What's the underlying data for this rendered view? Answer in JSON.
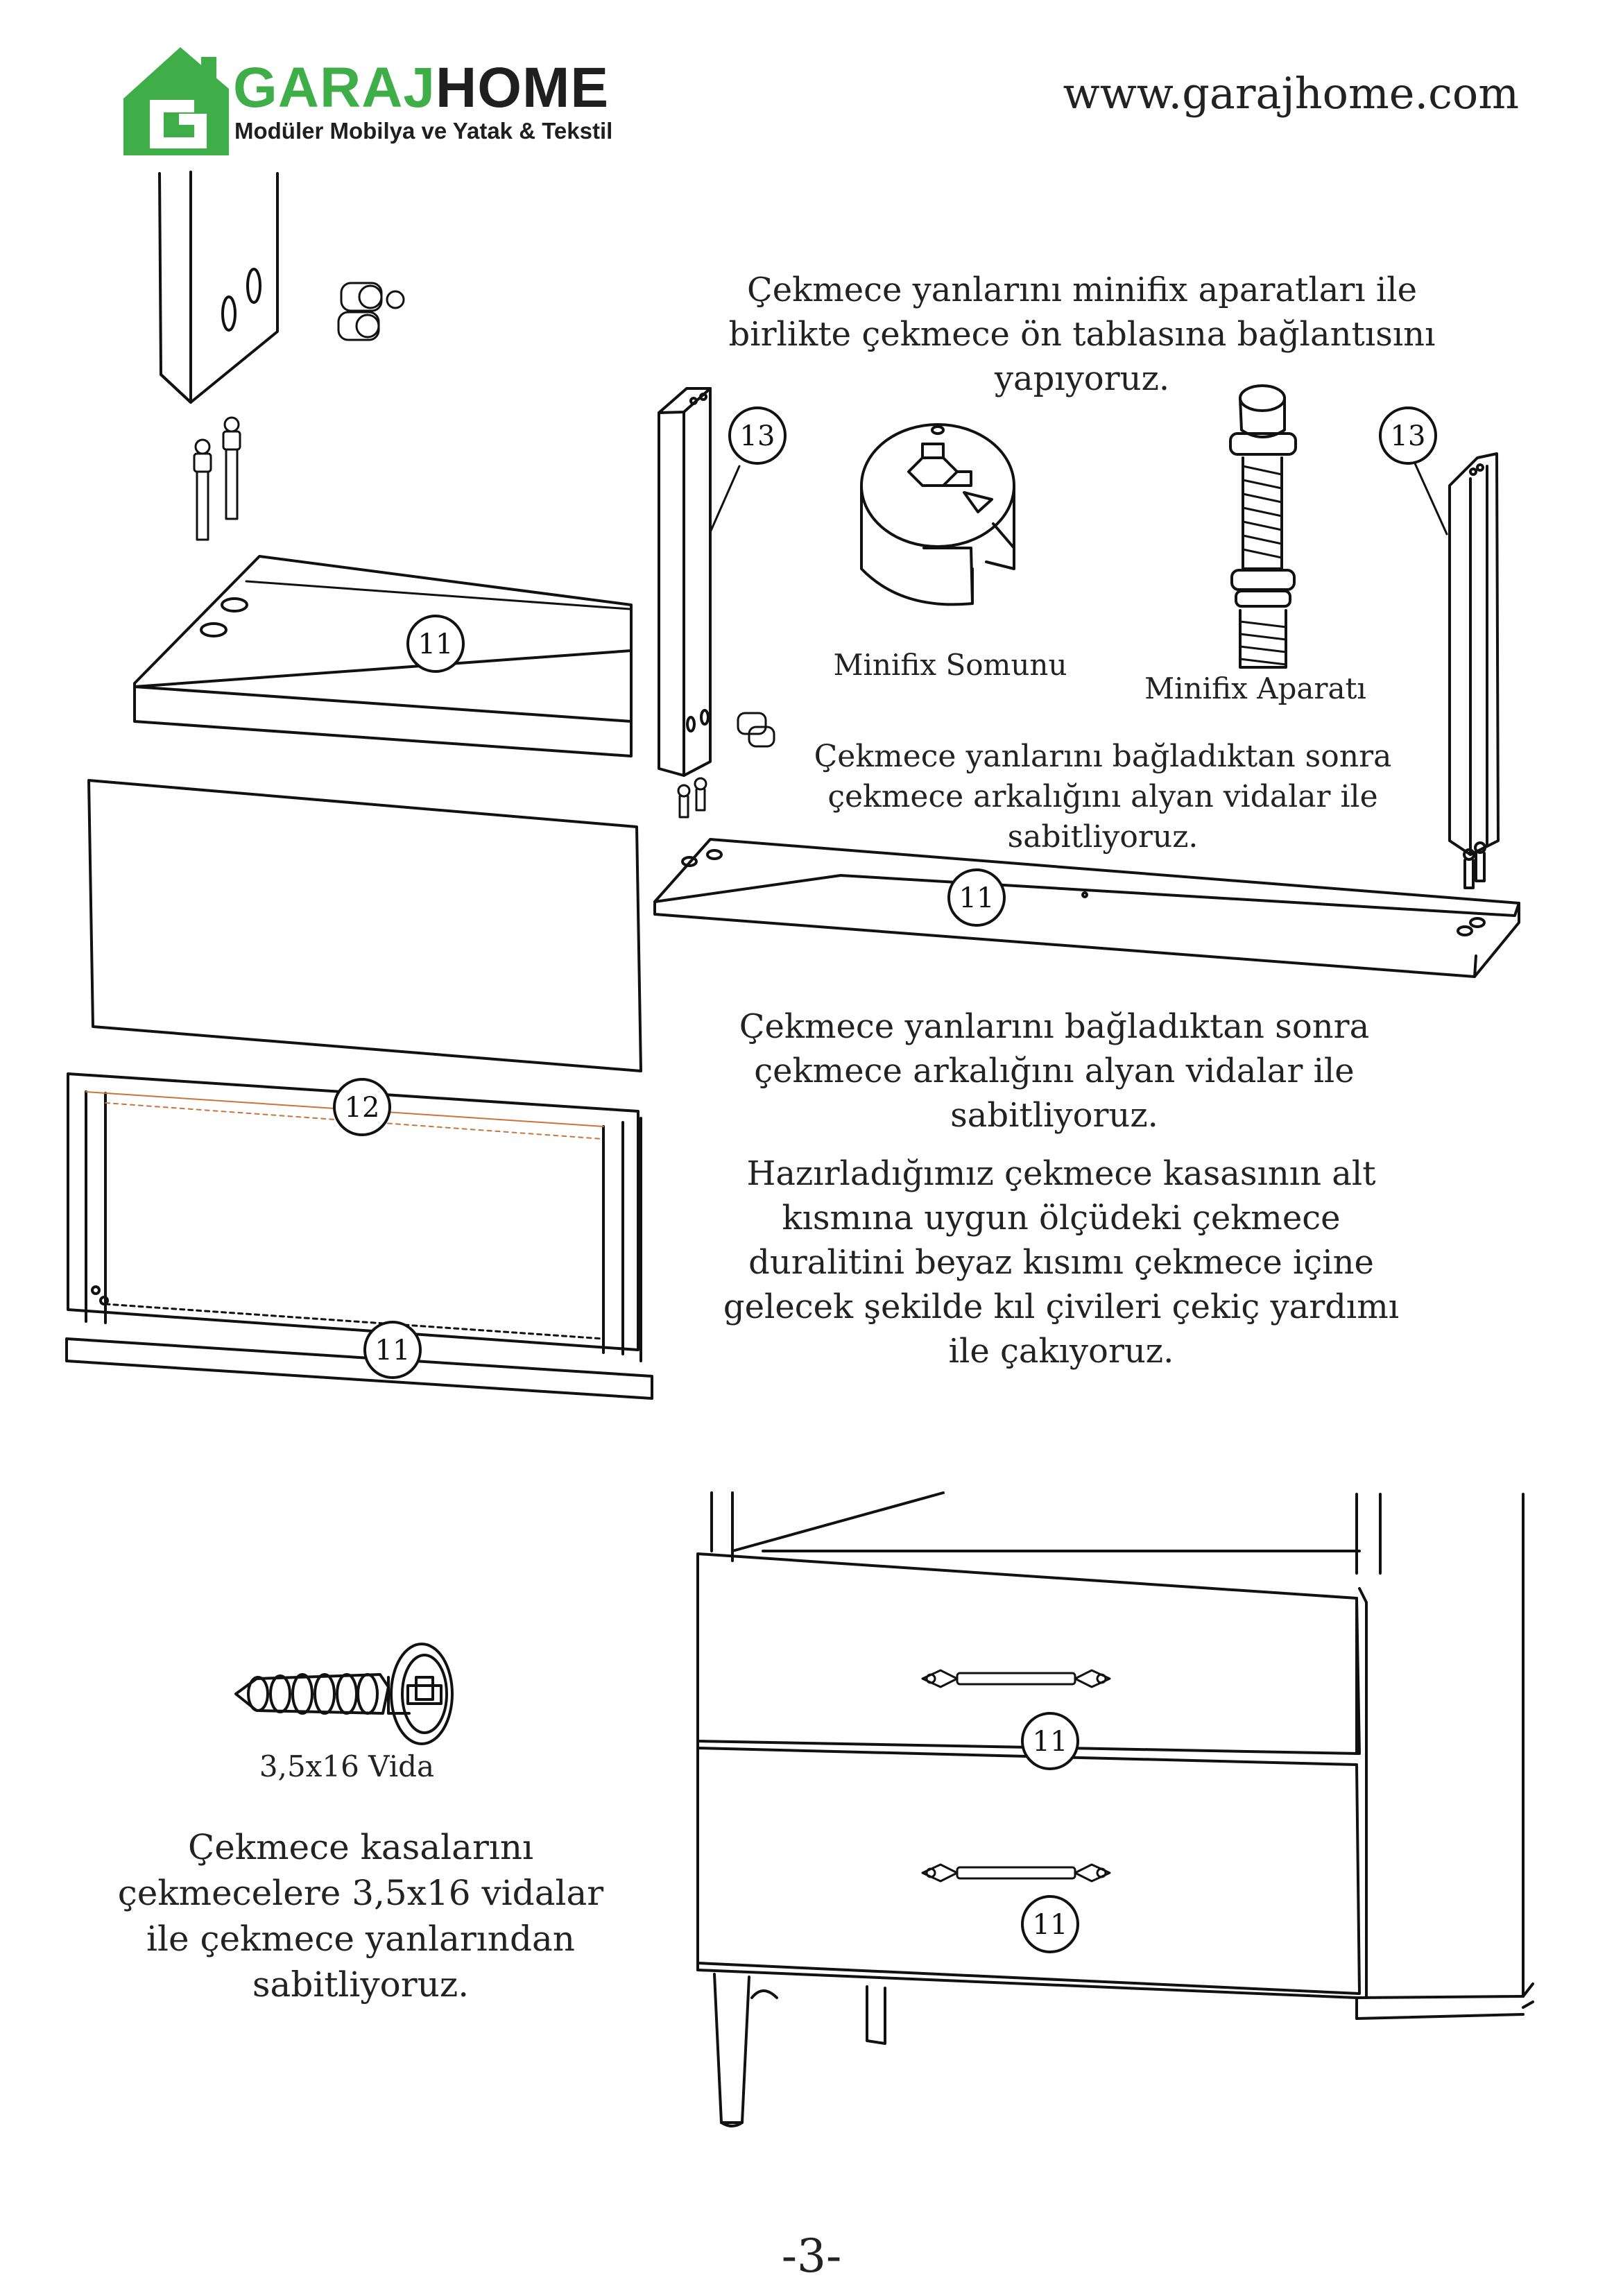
{
  "header": {
    "brand_part1": "GARAJ",
    "brand_part2": "HOME",
    "tagline": "Modüler Mobilya ve Yatak & Tekstil",
    "website": "www.garajhome.com",
    "brand_color": "#3fae49"
  },
  "instructions": {
    "step1": "Çekmece yanlarını minifix aparatları ile birlikte çekmece ön tablasına bağlantısını yapıyoruz.",
    "step2": "Çekmece yanlarını bağladıktan sonra çekmece arkalığını alyan vidalar ile sabitliyoruz.",
    "step3": "Çekmece yanlarını bağladıktan sonra çekmece arkalığını alyan vidalar ile sabitliyoruz.",
    "step4": "Hazırladığımız çekmece kasasının alt kısmına uygun ölçüdeki çekmece duralitini beyaz kısımı çekmece içine gelecek şekilde kıl çivileri çekiç yardımı ile çakıyoruz.",
    "step5": "Çekmece kasalarını çekmecelere 3,5x16 vidalar ile çekmece yanlarından sabitliyoruz."
  },
  "parts": {
    "minifix_nut": "Minifix Somunu",
    "minifix_fitting": "Minifix Aparatı",
    "screw": "3,5x16 Vida"
  },
  "part_numbers": {
    "front_panel": "11",
    "side_left": "13",
    "side_right": "13",
    "back_panel": "11",
    "bottom_panel": "12",
    "frame_front": "11",
    "drawer_top": "11",
    "drawer_bottom": "11"
  },
  "page": {
    "number": "-3-"
  }
}
